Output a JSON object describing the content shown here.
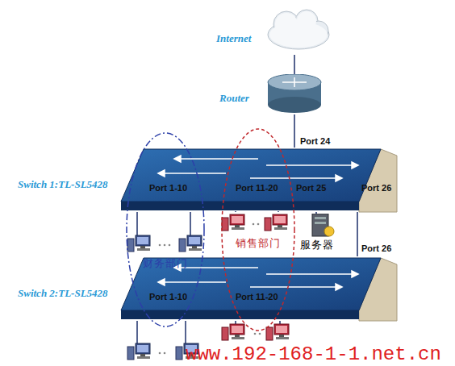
{
  "diagram": {
    "nodes": [
      {
        "text": [
          "Internet"
        ]
      },
      {
        "text": [
          "Router"
        ]
      },
      {
        "text": [
          "Switch 1:TL-SL5428",
          "Port 24",
          "Port 1-10",
          "Port 11-20",
          "Port 25",
          "Port 26"
        ]
      },
      {
        "text": [
          "财务部门"
        ]
      },
      {
        "text": [
          "销售部门"
        ]
      },
      {
        "text": [
          "服务器"
        ]
      },
      {
        "text": [
          "Switch 2:TL-SL5428",
          "Port 26",
          "Port 1-10",
          "Port 11-20"
        ]
      }
    ],
    "edges": [
      {
        "from": 0,
        "to": 1,
        "arrow": "none"
      },
      {
        "from": 1,
        "to": 2,
        "arrow": "none"
      },
      {
        "from": 2,
        "to": 5,
        "arrow": "none"
      },
      {
        "from": 2,
        "to": 6,
        "arrow": "none"
      }
    ],
    "labels": [
      "www.192-168-1-1.net.cn"
    ]
  }
}
